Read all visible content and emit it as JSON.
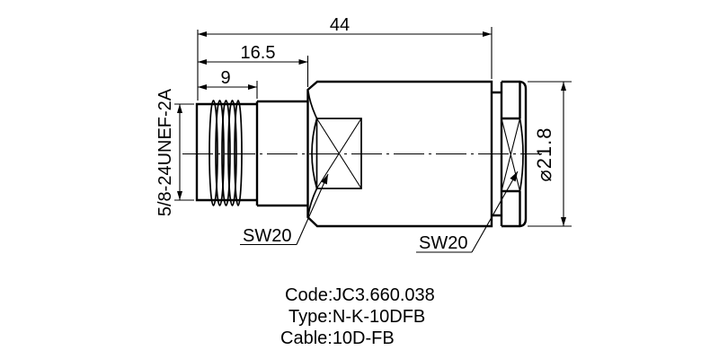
{
  "colors": {
    "line": "#000000",
    "background": "#ffffff"
  },
  "dimensions": {
    "overall_length": "44",
    "front_section_length": "16.5",
    "thread_length": "9",
    "thread_spec": "5/8-24UNEF-2A",
    "outer_diameter": "⌀21.8",
    "wrench_size_body": "SW20",
    "wrench_size_nut": "SW20"
  },
  "notes": {
    "code": "Code:JC3.660.038",
    "type": "Type:N-K-10DFB",
    "cable": "Cable:10D-FB"
  }
}
